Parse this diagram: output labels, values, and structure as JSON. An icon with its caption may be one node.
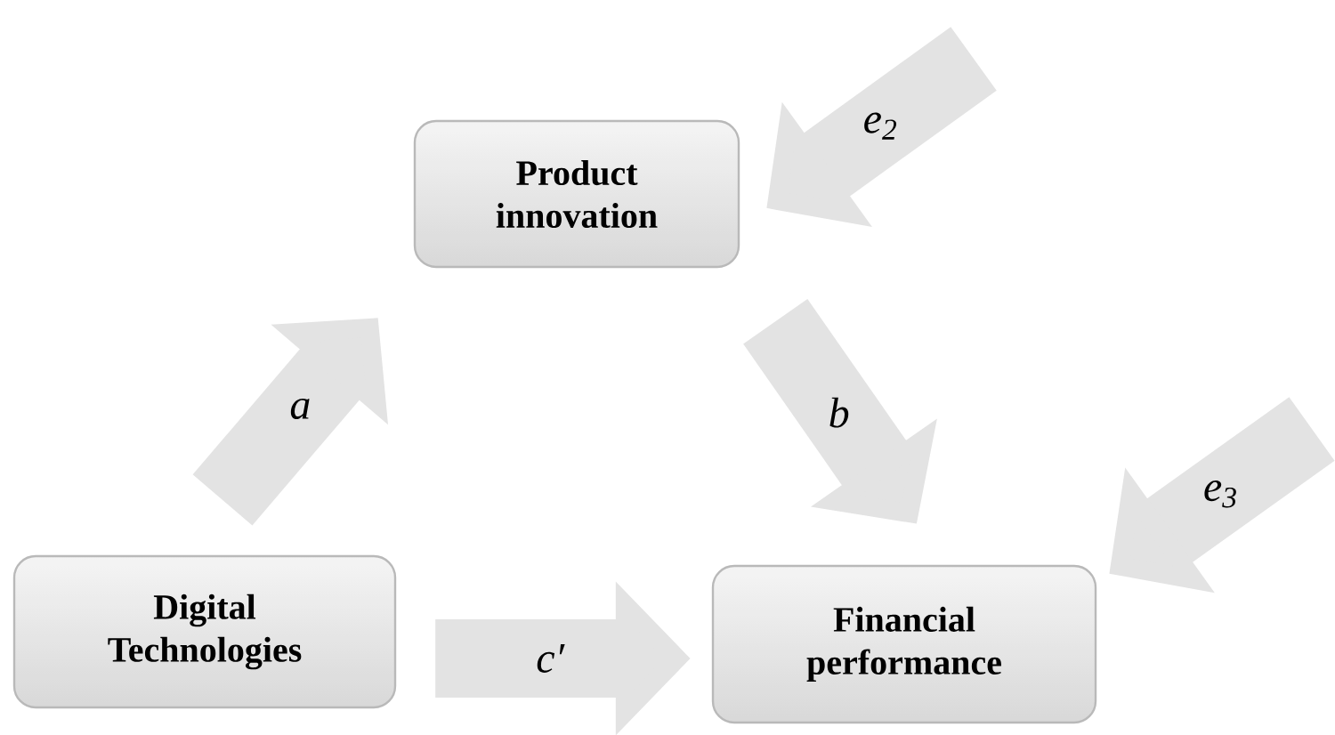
{
  "diagram": {
    "nodes": [
      {
        "text": [
          "Product innovation"
        ]
      },
      {
        "text": [
          "Digital Technologies"
        ]
      },
      {
        "text": [
          "Financial performance"
        ]
      }
    ],
    "edges": [
      {
        "from": 1,
        "to": 0,
        "arrow": "to",
        "label": "a"
      },
      {
        "from": 0,
        "to": 2,
        "arrow": "to",
        "label": "b"
      },
      {
        "from": 1,
        "to": 2,
        "arrow": "to",
        "label": "c′"
      },
      {
        "from": null,
        "to": 0,
        "arrow": "to",
        "label": "e$_{2}$"
      },
      {
        "from": null,
        "to": 2,
        "arrow": "to",
        "label": "e$_{3}$"
      }
    ]
  }
}
